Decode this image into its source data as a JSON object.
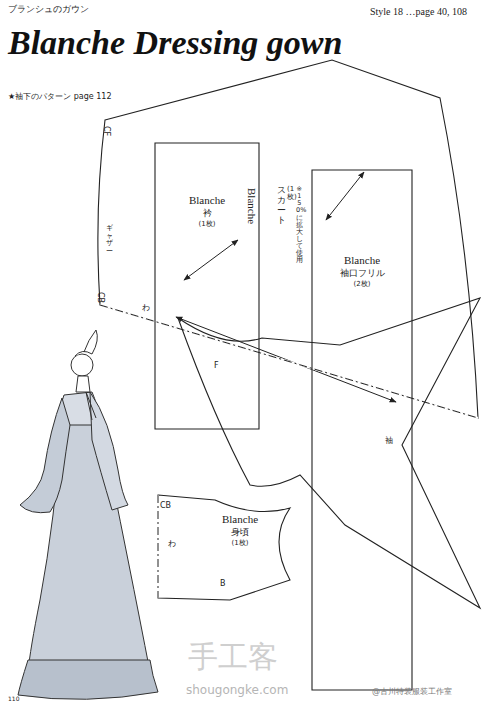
{
  "diagram": {
    "title": "Blanche  Dressing gown",
    "nodes": [
      {
        "text": [
          "Blanche",
          "スカート",
          "(1枚)",
          "※150%に拡大して使用"
        ]
      },
      {
        "text": [
          "Blanche",
          "衿",
          "(1枚)"
        ]
      },
      {
        "text": [
          "Blanche",
          "袖口フリル",
          "(2枚)"
        ]
      },
      {
        "text": [
          "袖"
        ]
      },
      {
        "text": [
          "Blanche",
          "身頃",
          "(1枚)"
        ]
      }
    ],
    "labels": [
      "ブランシュのガウン",
      "Style 18 …page 40, 108",
      "★袖下のパターン page 112",
      "CF",
      "ギャザー",
      "CB",
      "わ",
      "F",
      "CB",
      "わ",
      "B",
      "110",
      "手工客",
      "shougongke.com",
      "@古川特装服装工作室"
    ]
  }
}
